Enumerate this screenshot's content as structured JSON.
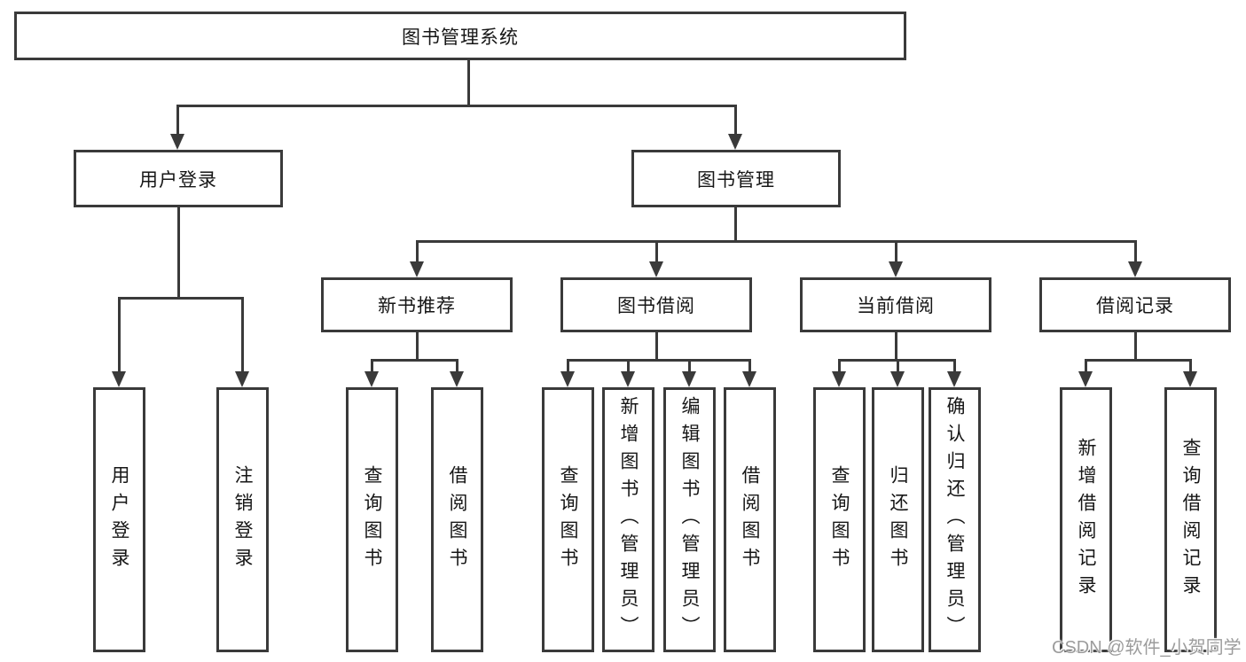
{
  "diagram": {
    "root": {
      "label": "图书管理系统"
    },
    "branches": [
      {
        "label": "用户登录",
        "children": [
          {
            "label": "用户登录"
          },
          {
            "label": "注销登录"
          }
        ]
      },
      {
        "label": "图书管理",
        "children": [
          {
            "label": "新书推荐",
            "children": [
              {
                "label": "查询图书"
              },
              {
                "label": "借阅图书"
              }
            ]
          },
          {
            "label": "图书借阅",
            "children": [
              {
                "label": "查询图书"
              },
              {
                "label": "新增图书（管理员）"
              },
              {
                "label": "编辑图书（管理员）"
              },
              {
                "label": "借阅图书"
              }
            ]
          },
          {
            "label": "当前借阅",
            "children": [
              {
                "label": "查询图书"
              },
              {
                "label": "归还图书"
              },
              {
                "label": "确认归还（管理员）"
              }
            ]
          },
          {
            "label": "借阅记录",
            "children": [
              {
                "label": "新增借阅记录"
              },
              {
                "label": "查询借阅记录"
              }
            ]
          }
        ]
      }
    ]
  },
  "watermark": {
    "text": "CSDN @软件_小贺同学"
  },
  "colors": {
    "line": "#3a3a3a",
    "text": "#161616",
    "background": "#ffffff",
    "watermark": "#9c9c9c"
  }
}
